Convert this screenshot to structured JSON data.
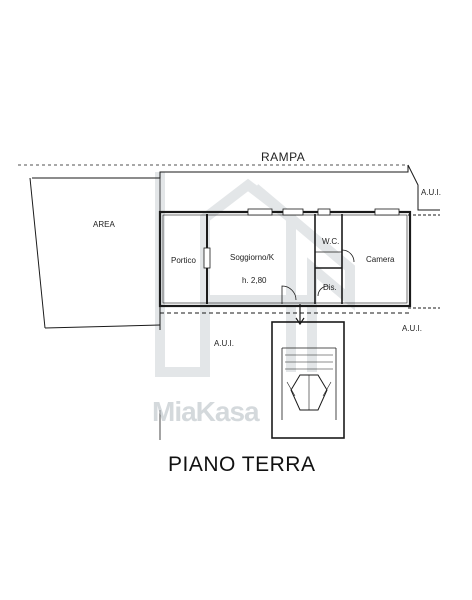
{
  "drawing": {
    "top_label": "RAMPA",
    "area_label": "AREA",
    "aui_labels": [
      "A.U.I.",
      "A.U.I.",
      "A.U.I."
    ],
    "rooms": {
      "portico": "Portico",
      "soggiorno": "Soggiorno/K",
      "height": "h. 2,80",
      "wc": "W.C.",
      "dis": "Dis.",
      "camera": "Camera"
    },
    "floor_title": "PIANO TERRA"
  },
  "watermark": {
    "brand_logo_text": "MiaKasa",
    "color": "#b9c0c6"
  },
  "colors": {
    "line": "#1a1a1a",
    "background": "#ffffff"
  }
}
